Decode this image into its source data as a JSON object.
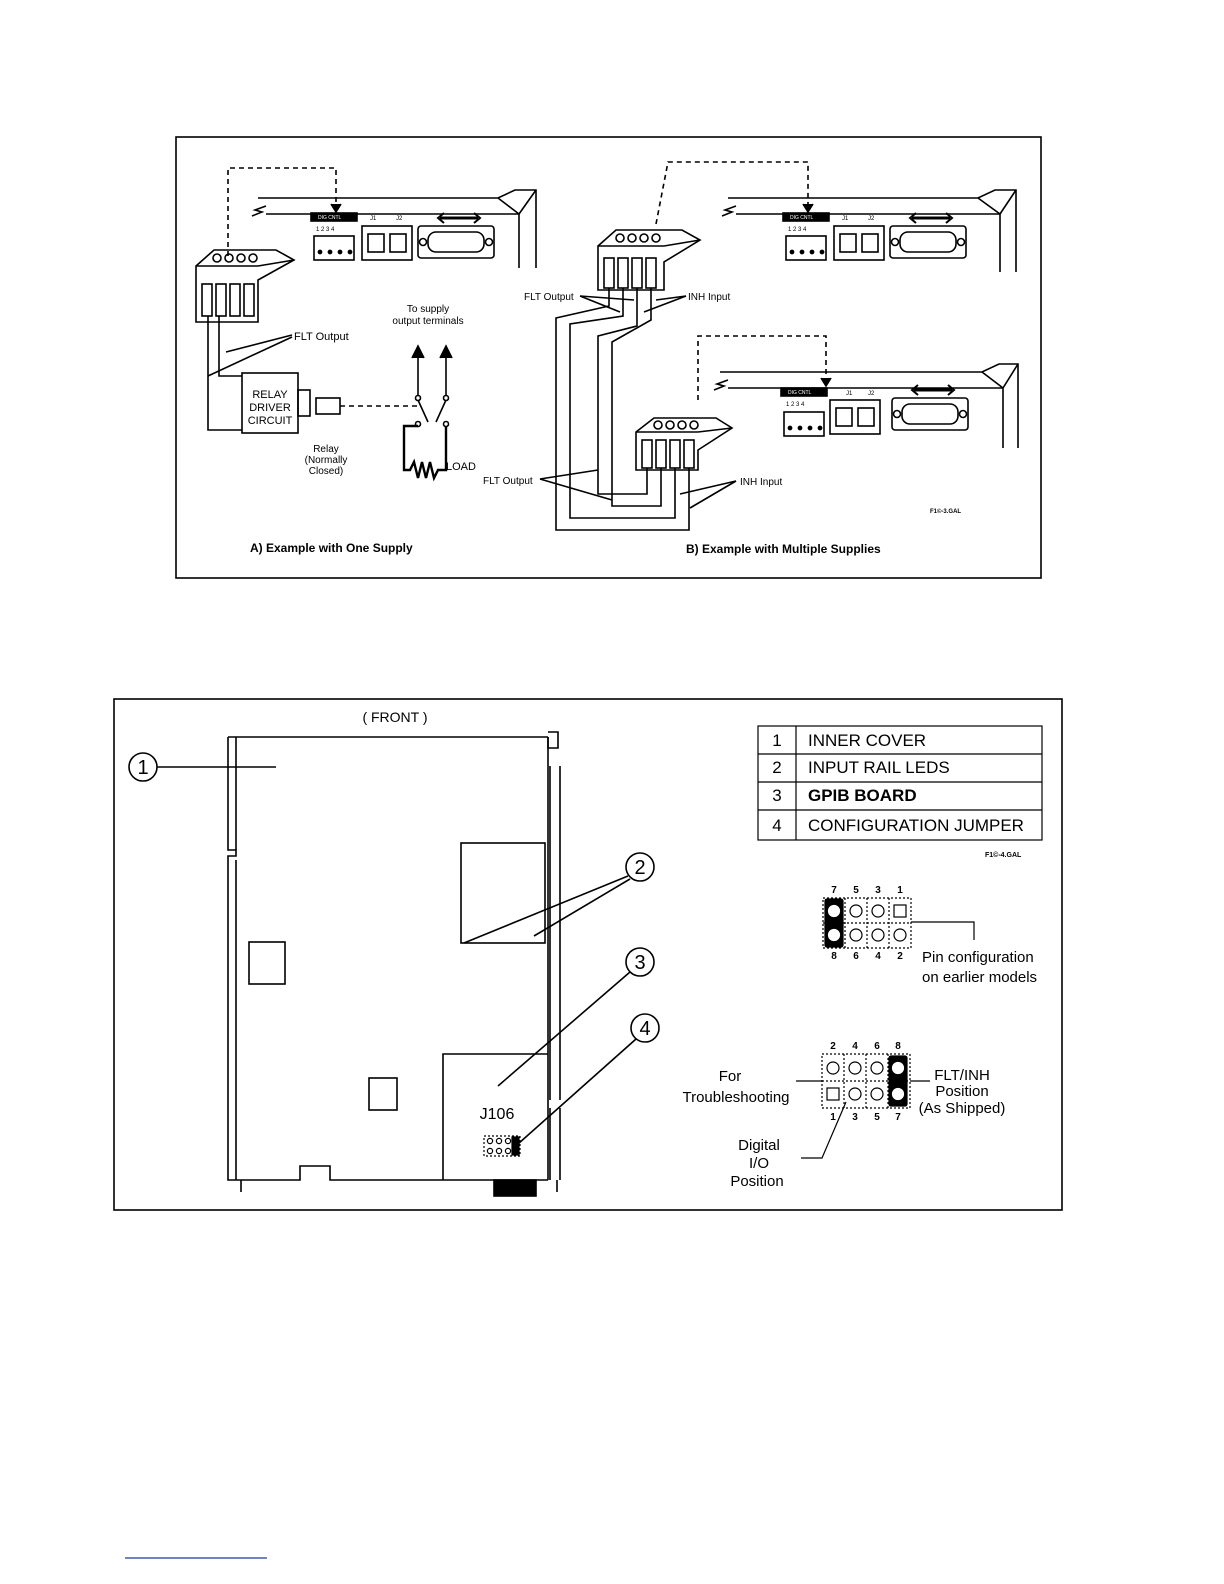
{
  "figure1": {
    "title_left": "A)  Example with One Supply",
    "title_right": "B)  Example with Multiple Supplies",
    "fig_code": "F1©-3.GAL",
    "dig_cntl_label": "DIG CNTL",
    "pins_label": "1 2 3 4",
    "j1_label": "J1",
    "j2_label": "J2",
    "a": {
      "flt_output": "FLT Output",
      "relay_driver": [
        "RELAY",
        "DRIVER",
        "CIRCUIT"
      ],
      "relay": [
        "Relay",
        "(Normally",
        "Closed)"
      ],
      "to_supply": [
        "To supply",
        "output terminals"
      ],
      "load": "LOAD"
    },
    "b": {
      "flt_output_1": "FLT Output",
      "inh_input_1": "INH Input",
      "flt_output_2": "FLT Output",
      "inh_input_2": "INH Input"
    }
  },
  "figure2": {
    "front_label": "( FRONT )",
    "callouts": [
      "1",
      "2",
      "3",
      "4"
    ],
    "j106": "J106",
    "legend": [
      {
        "num": "1",
        "label": "INNER COVER"
      },
      {
        "num": "2",
        "label": "INPUT RAIL LEDS"
      },
      {
        "num": "3",
        "label": "GPIB BOARD"
      },
      {
        "num": "4",
        "label": "CONFIGURATION JUMPER"
      }
    ],
    "fig_code": "F1©-4.GAL",
    "earlier": {
      "top_pins": [
        "7",
        "5",
        "3",
        "1"
      ],
      "bottom_pins": [
        "8",
        "6",
        "4",
        "2"
      ],
      "caption": [
        "Pin configuration",
        "on earlier models"
      ]
    },
    "current": {
      "top_pins": [
        "2",
        "4",
        "6",
        "8"
      ],
      "bottom_pins": [
        "1",
        "3",
        "5",
        "7"
      ],
      "troubleshooting": [
        "For",
        "Troubleshooting"
      ],
      "flt_inh": [
        "FLT/INH",
        "Position",
        "(As Shipped)"
      ],
      "digital_io": [
        "Digital",
        "I/O",
        "Position"
      ]
    }
  }
}
